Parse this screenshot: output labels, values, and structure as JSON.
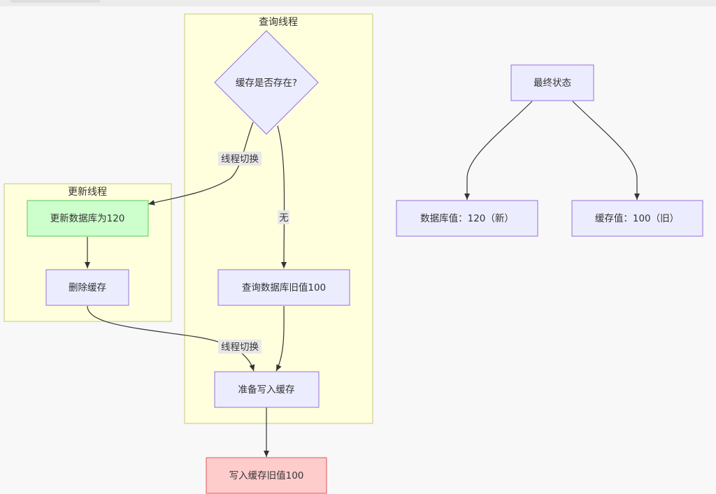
{
  "clusters": {
    "query": {
      "label": "查询线程"
    },
    "update": {
      "label": "更新线程"
    }
  },
  "nodes": {
    "cache_exists": {
      "label": "缓存是否存在?"
    },
    "query_old": {
      "label": "查询数据库旧值100"
    },
    "prepare_write": {
      "label": "准备写入缓存"
    },
    "write_old": {
      "label": "写入缓存旧值100"
    },
    "update_db": {
      "label": "更新数据库为120"
    },
    "delete_cache": {
      "label": "删除缓存"
    },
    "final_state": {
      "label": "最终状态"
    },
    "db_value": {
      "label": "数据库值：120（新）"
    },
    "cache_value": {
      "label": "缓存值：100（旧）"
    }
  },
  "edges": {
    "switch1": {
      "label": "线程切换"
    },
    "none": {
      "label": "无"
    },
    "switch2": {
      "label": "线程切换"
    }
  },
  "colors": {
    "cluster_fill": "#ffffde",
    "cluster_stroke": "#c8c878",
    "node_fill": "#ececff",
    "node_stroke": "#9370db",
    "green_fill": "#ccffcc",
    "green_stroke": "#55cc55",
    "red_fill": "#ffcccc",
    "red_stroke": "#e05555",
    "edge": "#333333"
  }
}
